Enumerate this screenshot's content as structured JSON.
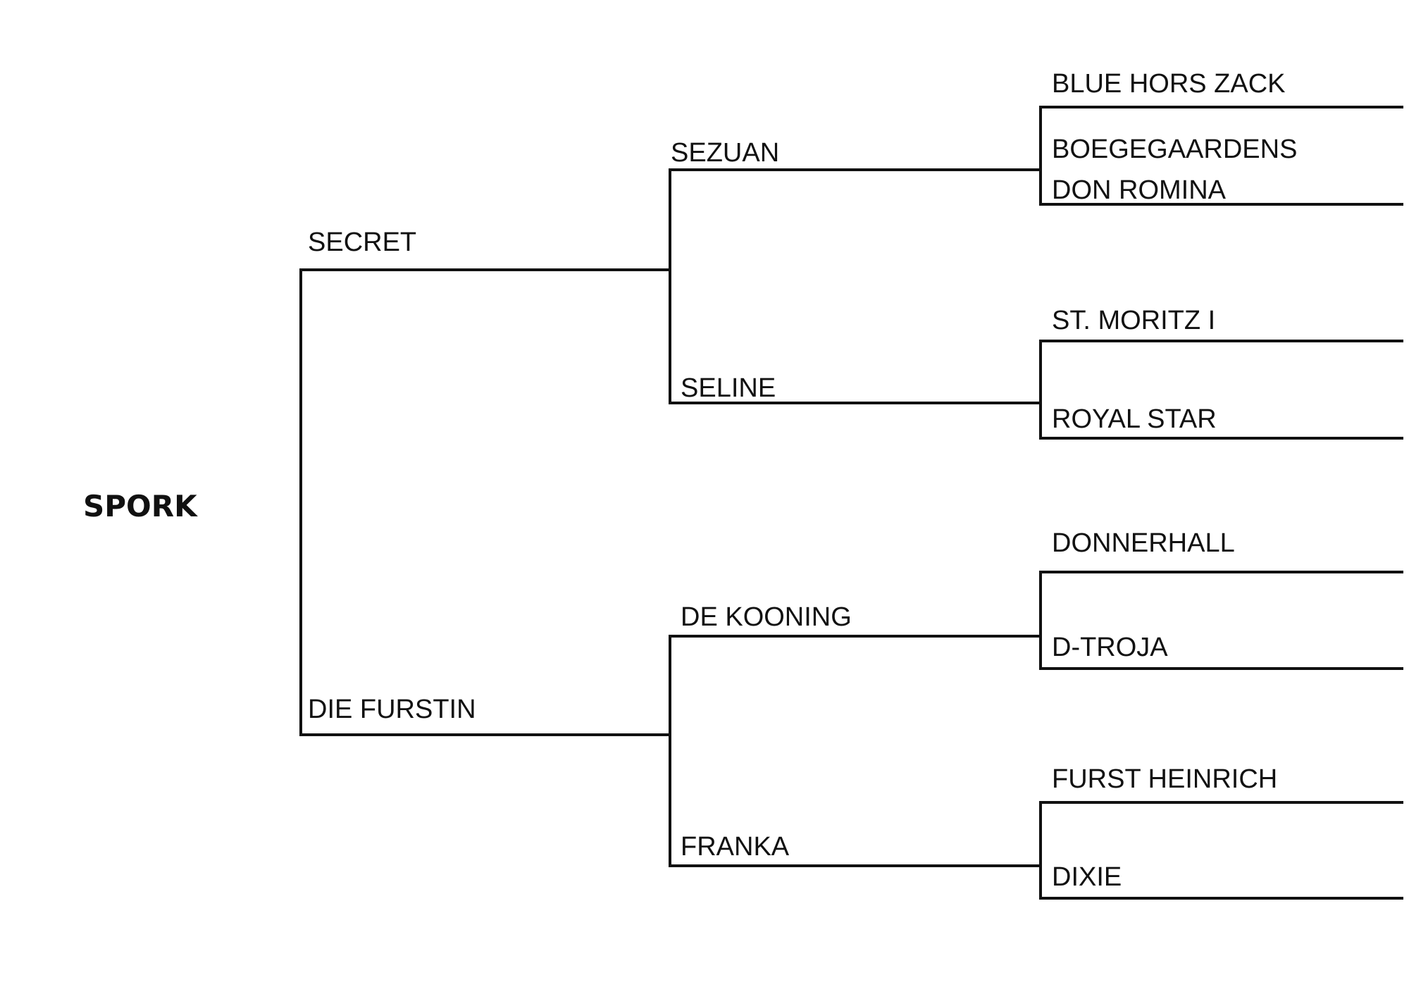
{
  "subject": {
    "name": "SPORK"
  },
  "sire": {
    "name": "SECRET",
    "sire": {
      "name": "SEZUAN",
      "sire": {
        "name": "BLUE HORS ZACK"
      },
      "dam": {
        "name_line1": "BOEGEGAARDENS",
        "name_line2": "DON ROMINA"
      }
    },
    "dam": {
      "name": "SELINE",
      "sire": {
        "name": "ST. MORITZ I"
      },
      "dam": {
        "name": "ROYAL STAR"
      }
    }
  },
  "dam": {
    "name": "DIE FURSTIN",
    "sire": {
      "name": "DE KOONING",
      "sire": {
        "name": "DONNERHALL"
      },
      "dam": {
        "name": "D-TROJA"
      }
    },
    "dam": {
      "name": "FRANKA",
      "sire": {
        "name": "FURST HEINRICH"
      },
      "dam": {
        "name": "DIXIE"
      }
    }
  }
}
